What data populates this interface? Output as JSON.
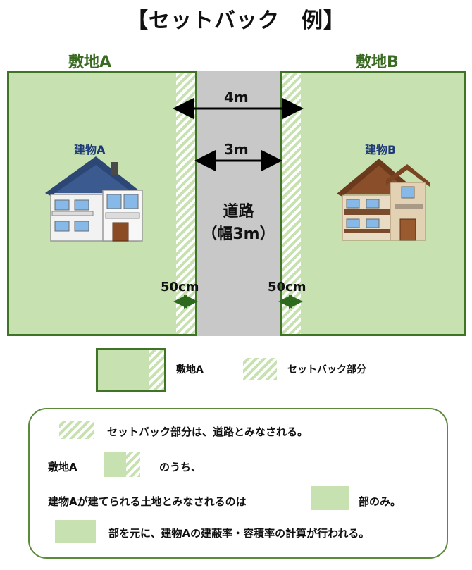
{
  "title": "【セットバック　例】",
  "site_a_label": "敷地A",
  "site_b_label": "敷地B",
  "building_a_label": "建物A",
  "building_b_label": "建物B",
  "dim_4m": "4m",
  "dim_3m": "3m",
  "road_label_1": "道路",
  "road_label_2": "（幅3m）",
  "setback_left": "50cm",
  "setback_right": "50cm",
  "legend": {
    "site_a": "敷地A",
    "setback": "セットバック部分"
  },
  "notes": {
    "line1": "セットバック部分は、道路とみなされる。",
    "line2_a": "敷地A",
    "line2_b": "のうち、",
    "line3_a": "建物Aが建てられる土地とみなされるのは",
    "line3_b": "部のみ。",
    "line4": "部を元に、建物Aの建蔽率・容積率の計算が行われる。"
  },
  "colors": {
    "site_fill": "#c7e1b1",
    "site_border": "#3f7326",
    "road": "#c8c8c8",
    "label_green": "#3a6b22",
    "label_blue": "#1e3a78"
  }
}
